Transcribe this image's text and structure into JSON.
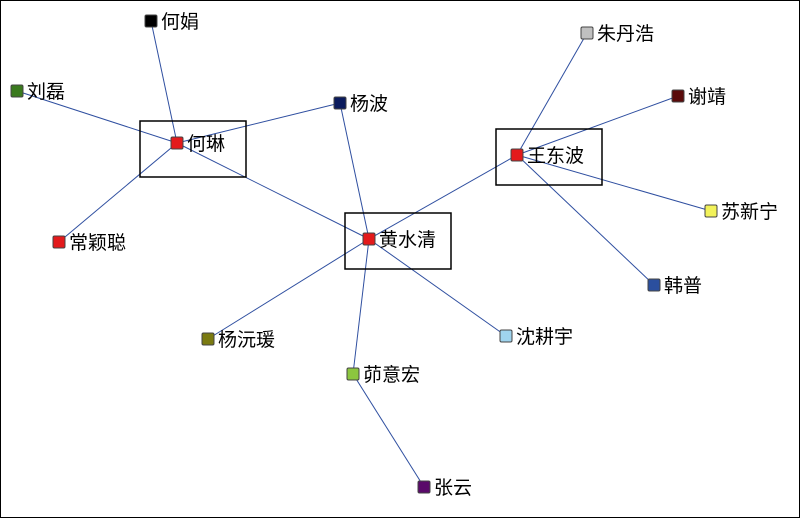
{
  "graph": {
    "nodes": [
      {
        "id": "hejuan",
        "label": "何娟",
        "color": "#000000"
      },
      {
        "id": "liulei",
        "label": "刘磊",
        "color": "#3a7a1e"
      },
      {
        "id": "helin",
        "label": "何琳",
        "color": "#e31a1c",
        "hub": true
      },
      {
        "id": "yangbo",
        "label": "杨波",
        "color": "#0a1a5c"
      },
      {
        "id": "changyingcong",
        "label": "常颖聪",
        "color": "#e31a1c"
      },
      {
        "id": "huangshuiqing",
        "label": "黄水清",
        "color": "#e31a1c",
        "hub": true
      },
      {
        "id": "yangyuanyuan",
        "label": "杨沅瑗",
        "color": "#7a7a10"
      },
      {
        "id": "maoyihong",
        "label": "茆意宏",
        "color": "#8cc63f"
      },
      {
        "id": "zhangyun",
        "label": "张云",
        "color": "#5a0a6a"
      },
      {
        "id": "shengengyu",
        "label": "沈耕宇",
        "color": "#9fd4ee"
      },
      {
        "id": "wangdongbo",
        "label": "王东波",
        "color": "#e31a1c",
        "hub": true
      },
      {
        "id": "zhudanhao",
        "label": "朱丹浩",
        "color": "#c0c0c0"
      },
      {
        "id": "xieqing",
        "label": "谢靖",
        "color": "#5a0a0a"
      },
      {
        "id": "suxinning",
        "label": "苏新宁",
        "color": "#f2f25a"
      },
      {
        "id": "hanpu",
        "label": "韩普",
        "color": "#2b4f9e"
      }
    ],
    "edges": [
      [
        "helin",
        "hejuan"
      ],
      [
        "helin",
        "liulei"
      ],
      [
        "helin",
        "yangbo"
      ],
      [
        "helin",
        "changyingcong"
      ],
      [
        "helin",
        "huangshuiqing"
      ],
      [
        "huangshuiqing",
        "yangbo"
      ],
      [
        "huangshuiqing",
        "yangyuanyuan"
      ],
      [
        "huangshuiqing",
        "maoyihong"
      ],
      [
        "huangshuiqing",
        "shengengyu"
      ],
      [
        "huangshuiqing",
        "wangdongbo"
      ],
      [
        "maoyihong",
        "zhangyun"
      ],
      [
        "wangdongbo",
        "zhudanhao"
      ],
      [
        "wangdongbo",
        "xieqing"
      ],
      [
        "wangdongbo",
        "suxinning"
      ],
      [
        "wangdongbo",
        "hanpu"
      ]
    ],
    "edge_color": "#2f4fa0"
  }
}
